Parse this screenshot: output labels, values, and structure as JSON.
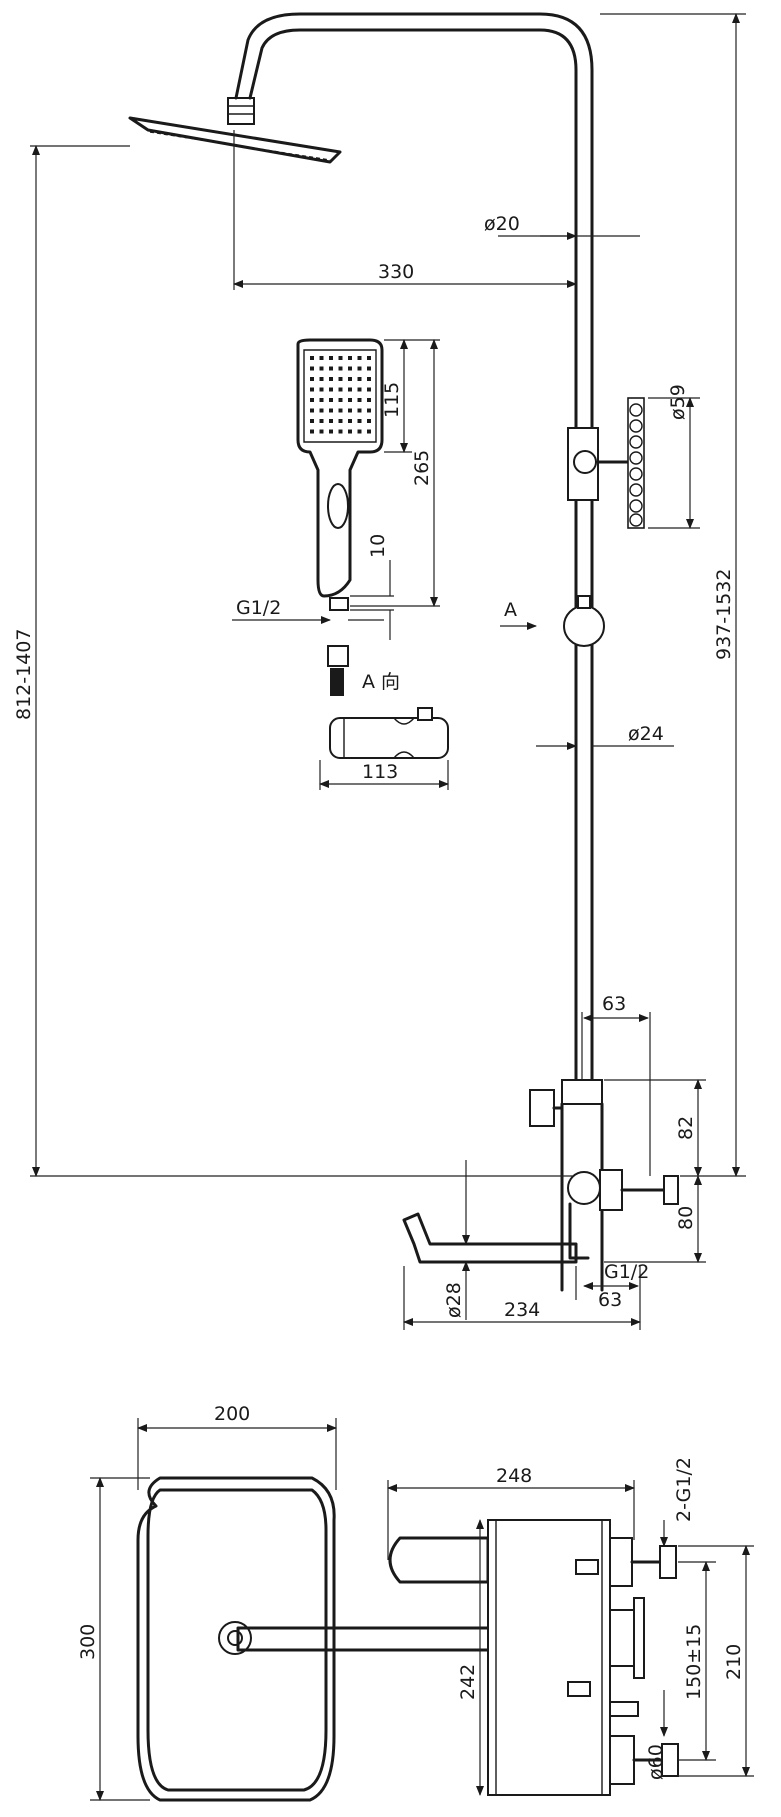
{
  "labels": {
    "d20": "ø20",
    "d330": "330",
    "d115": "115",
    "d265": "265",
    "d59": "ø59",
    "d10": "10",
    "g12_hand": "G1/2",
    "arrowA": "A",
    "viewA": "A 向",
    "d24": "ø24",
    "d113": "113",
    "d812": "812-1407",
    "d937": "937-1532",
    "d63top": "63",
    "d82": "82",
    "d80": "80",
    "g12_bot": "G1/2",
    "d63bot": "63",
    "d28": "ø28",
    "d234": "234",
    "d200": "200",
    "d300": "300",
    "d248": "248",
    "d2g12": "2-G1/2",
    "d242": "242",
    "d150": "150±15",
    "d210": "210",
    "d60": "ø60"
  }
}
